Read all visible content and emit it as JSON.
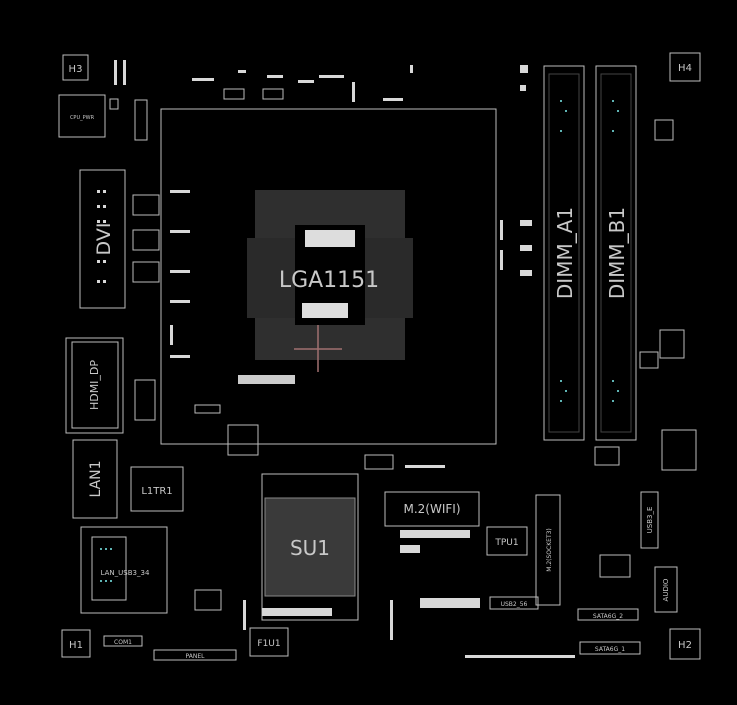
{
  "labels": {
    "h3": "H3",
    "h4": "H4",
    "h1": "H1",
    "h2": "H2",
    "cpu_pwr": "CPU_PWR",
    "dvi": "DVI",
    "cpu_socket": "LGA1151",
    "dimm_a1": "DIMM_A1",
    "dimm_b1": "DIMM_B1",
    "hdmi_dp": "HDMI_DP",
    "lan": "LAN1",
    "l1tr1": "L1TR1",
    "lan_usb": "LAN_USB3_34",
    "su1": "SU1",
    "m2_wifi": "M.2(WIFI)",
    "tpu": "TPU1",
    "m2_socket": "M.2(SOCKET3)",
    "usb_e": "USB3_E",
    "audio": "AUDIO",
    "usb56": "USB2_56",
    "sata1": "SATA6G_1",
    "sata2": "SATA6G_2",
    "f1u1": "F1U1",
    "com1": "COM1",
    "pnl": "PANEL"
  }
}
